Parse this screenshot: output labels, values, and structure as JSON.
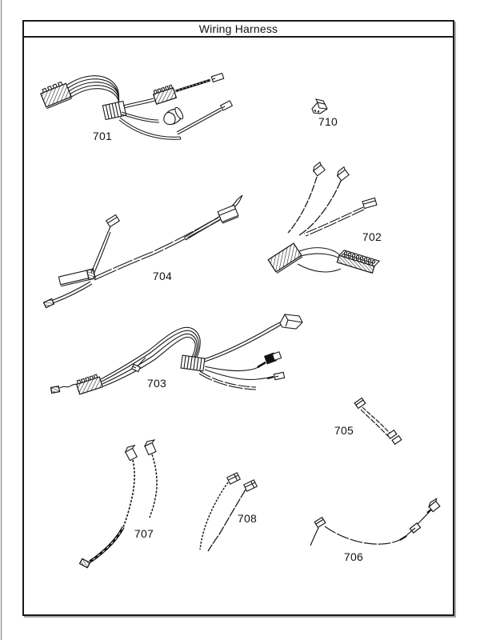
{
  "page": {
    "title": "Wiring Harness"
  },
  "parts": [
    {
      "id": "701",
      "label": "701",
      "desc": "main wiring harness"
    },
    {
      "id": "710",
      "label": "710",
      "desc": "small connector"
    },
    {
      "id": "704",
      "label": "704",
      "desc": "long lead harness"
    },
    {
      "id": "702",
      "label": "702",
      "desc": "harness with terminal block"
    },
    {
      "id": "703",
      "label": "703",
      "desc": "looped wiring harness"
    },
    {
      "id": "705",
      "label": "705",
      "desc": "short jumper wires"
    },
    {
      "id": "707",
      "label": "707",
      "desc": "two-lead wire set"
    },
    {
      "id": "708",
      "label": "708",
      "desc": "two-lead wire set"
    },
    {
      "id": "706",
      "label": "706",
      "desc": "long jumper wire"
    }
  ],
  "colors": {
    "line": "#1a1a1a",
    "background": "#ffffff"
  }
}
